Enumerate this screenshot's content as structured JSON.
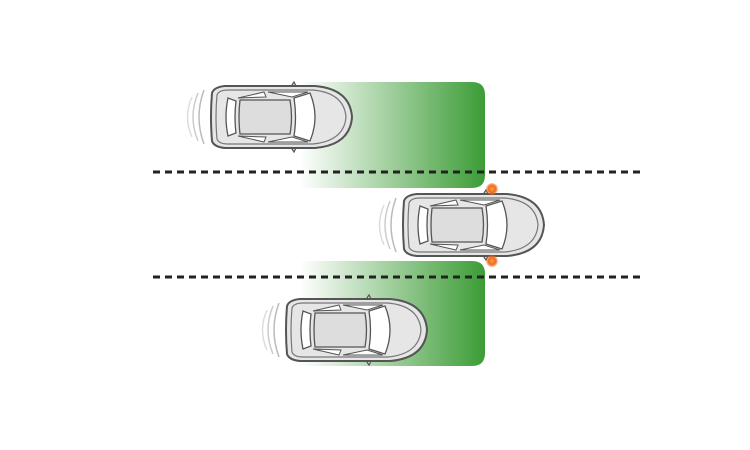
{
  "diagram": {
    "subject": "blind-spot-monitoring",
    "colors": {
      "zone_green": "#3c9c36",
      "warning_light": "#f26a1b",
      "lane_line": "#222222",
      "car_body": "#e6e6e6",
      "car_outline": "#555555"
    },
    "cars": [
      {
        "role": "vehicle-left-lane"
      },
      {
        "role": "ego-vehicle",
        "warning_lights": 2
      },
      {
        "role": "vehicle-right-lane"
      }
    ],
    "detection_zones": 2
  }
}
